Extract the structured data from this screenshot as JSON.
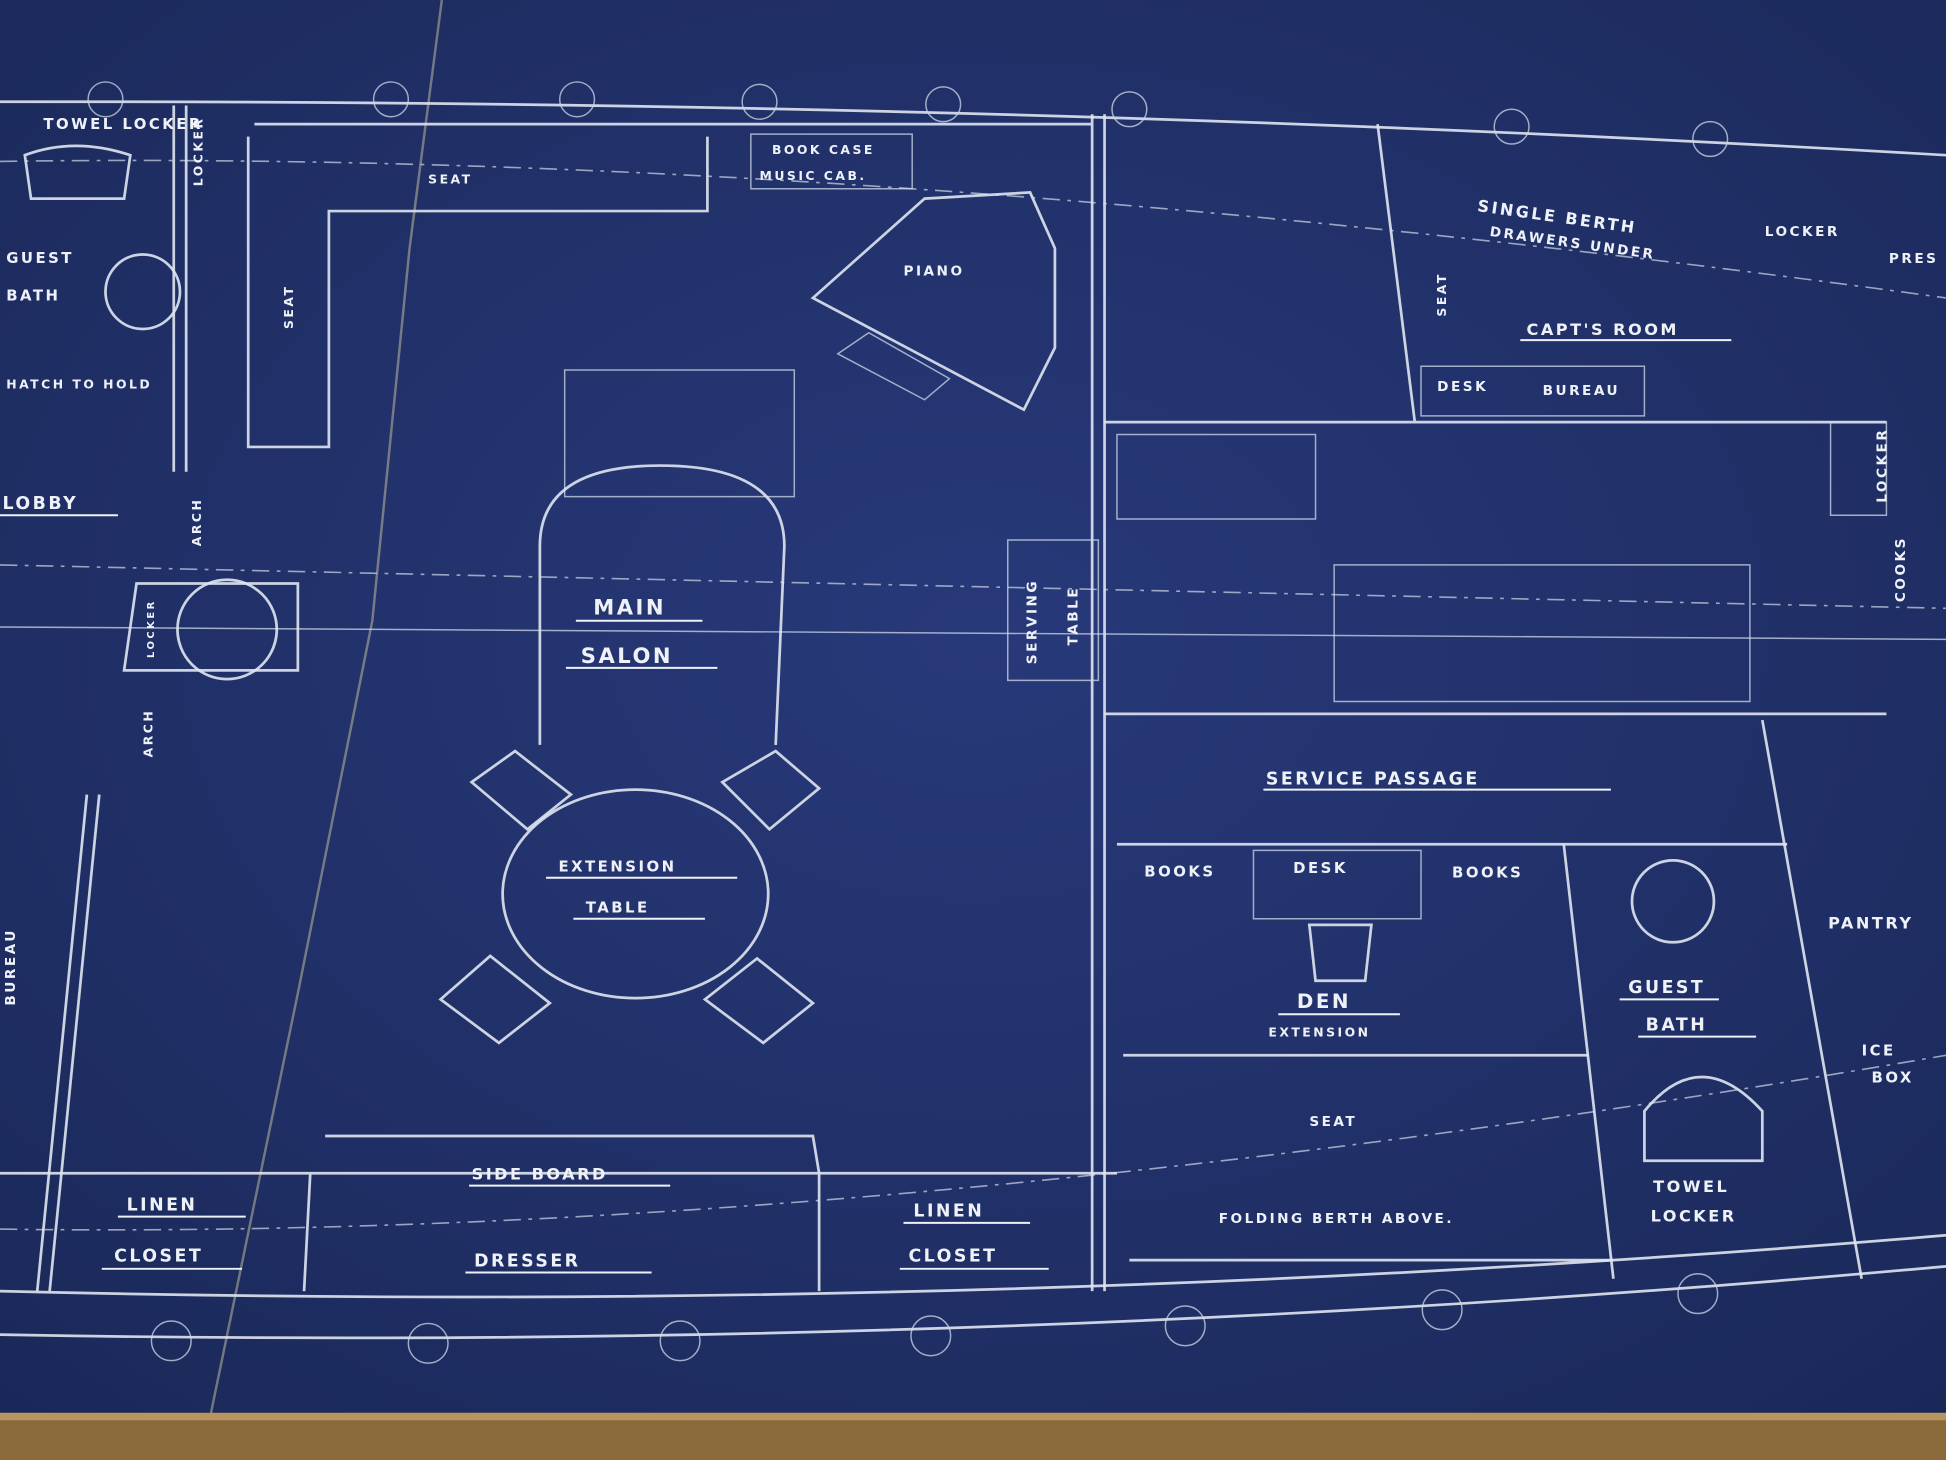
{
  "drawing": {
    "colors": {
      "paper": "#23336b",
      "ink": "#e6ecf5",
      "frame": "#8a6a3a"
    },
    "rooms": {
      "towel_locker_top": "TOWEL LOCKER",
      "locker_top_left": "LOCKER",
      "seat_top": "SEAT",
      "seat_side": "SEAT",
      "book_case": "BOOK CASE",
      "music_cab": "MUSIC CAB.",
      "piano": "PIANO",
      "single_berth": "SINGLE BERTH",
      "drawers_under": "DRAWERS UNDER",
      "locker_top_right": "LOCKER",
      "pres": "PRES",
      "guest_bath_left_1": "GUEST",
      "guest_bath_left_2": "BATH",
      "capt_seat": "SEAT",
      "capts_room": "CAPT'S ROOM",
      "desk_capt": "DESK",
      "bureau_capt": "BUREAU",
      "hatch": "HATCH TO HOLD",
      "lobby": "LOBBY",
      "arch_top": "ARCH",
      "locker_mid_left": "LOCKER",
      "locker_mid_right": "LOCKER",
      "cooks": "COOKS",
      "main": "MAIN",
      "salon": "SALON",
      "serving": "SERVING",
      "table": "TABLE",
      "arch_bottom": "ARCH",
      "service_passage": "SERVICE PASSAGE",
      "books_left": "BOOKS",
      "desk_den": "DESK",
      "books_right": "BOOKS",
      "extension": "EXTENSION",
      "ext_table": "TABLE",
      "den": "DEN",
      "den_extension": "EXTENSION",
      "guest": "GUEST",
      "bath": "BATH",
      "pantry": "PANTRY",
      "ice": "ICE",
      "box": "BOX",
      "den_seat": "SEAT",
      "side_board": "SIDE BOARD",
      "linen_left": "LINEN",
      "closet_left": "CLOSET",
      "dresser": "DRESSER",
      "linen_right": "LINEN",
      "closet_right": "CLOSET",
      "folding_berth": "FOLDING BERTH ABOVE.",
      "towel_bottom": "TOWEL",
      "locker_bottom": "LOCKER",
      "bureau_left": "BUREAU"
    }
  }
}
